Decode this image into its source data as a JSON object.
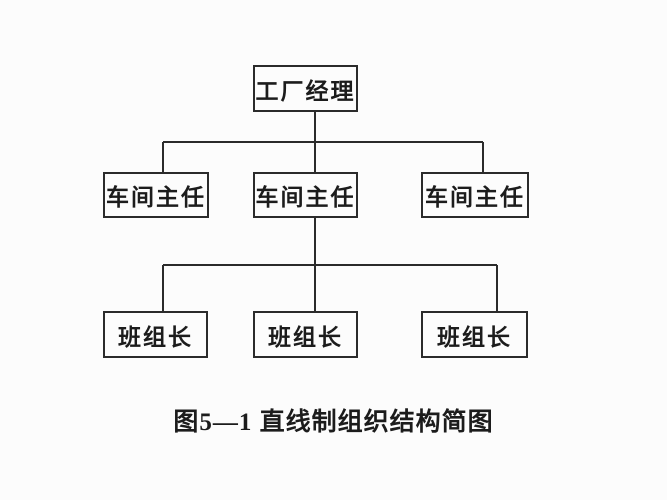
{
  "figure": {
    "caption": "图5—1 直线制组织结构简图"
  },
  "org_chart": {
    "type": "line-structure-org-chart",
    "nodes": {
      "top": {
        "id": "factory-manager",
        "label": "工厂经理"
      },
      "middle": [
        {
          "id": "workshop-director-1",
          "label": "车间主任"
        },
        {
          "id": "workshop-director-2",
          "label": "车间主任"
        },
        {
          "id": "workshop-director-3",
          "label": "车间主任"
        }
      ],
      "bottom": [
        {
          "id": "team-leader-1",
          "label": "班组长"
        },
        {
          "id": "team-leader-2",
          "label": "班组长"
        },
        {
          "id": "team-leader-3",
          "label": "班组长"
        }
      ]
    },
    "edges": [
      {
        "from": "factory-manager",
        "to": "workshop-director-1"
      },
      {
        "from": "factory-manager",
        "to": "workshop-director-2"
      },
      {
        "from": "factory-manager",
        "to": "workshop-director-3"
      },
      {
        "from": "workshop-director-2",
        "to": "team-leader-1"
      },
      {
        "from": "workshop-director-2",
        "to": "team-leader-2"
      },
      {
        "from": "workshop-director-2",
        "to": "team-leader-3"
      }
    ],
    "colors": {
      "line": "#2b2b2b",
      "background": "#fcfcfc",
      "text": "#1c1c1c"
    }
  }
}
